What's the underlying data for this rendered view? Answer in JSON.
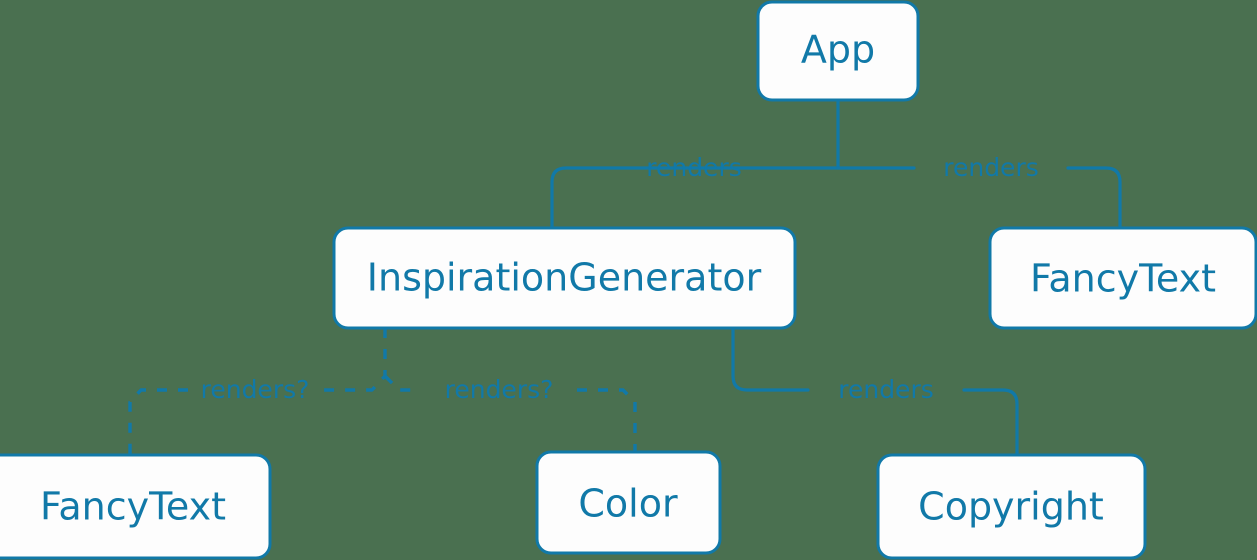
{
  "diagram": {
    "type": "component-tree",
    "background_color": "#4a7050",
    "accent_color": "#1179a8",
    "node_fill_color": "#fdfdfd",
    "nodes": [
      {
        "id": "app",
        "label": "App"
      },
      {
        "id": "inspiration-generator",
        "label": "InspirationGenerator"
      },
      {
        "id": "fancy-text-right",
        "label": "FancyText"
      },
      {
        "id": "fancy-text-bottom",
        "label": "FancyText"
      },
      {
        "id": "color",
        "label": "Color"
      },
      {
        "id": "copyright",
        "label": "Copyright"
      }
    ],
    "edges": [
      {
        "id": "app-to-inspiration-generator",
        "from": "app",
        "to": "inspiration-generator",
        "label": "renders",
        "style": "solid"
      },
      {
        "id": "app-to-fancy-text-right",
        "from": "app",
        "to": "fancy-text-right",
        "label": "renders",
        "style": "solid"
      },
      {
        "id": "inspiration-generator-to-fancy-text-bottom",
        "from": "inspiration-generator",
        "to": "fancy-text-bottom",
        "label": "renders?",
        "style": "dashed"
      },
      {
        "id": "inspiration-generator-to-color",
        "from": "inspiration-generator",
        "to": "color",
        "label": "renders?",
        "style": "dashed"
      },
      {
        "id": "inspiration-generator-to-copyright",
        "from": "inspiration-generator",
        "to": "copyright",
        "label": "renders",
        "style": "solid"
      }
    ]
  }
}
